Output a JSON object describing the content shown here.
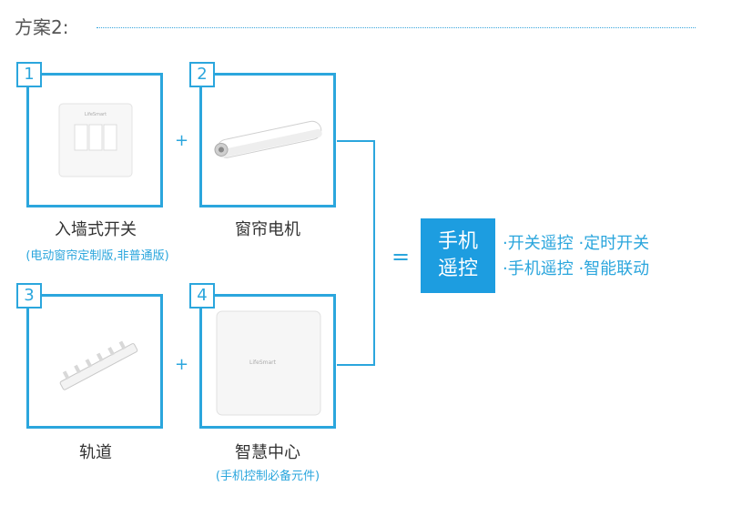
{
  "header": {
    "title": "方案2:"
  },
  "items": [
    {
      "number": "1",
      "label": "入墙式开关",
      "sublabel": "(电动窗帘定制版,非普通版)",
      "icon": "wall-switch"
    },
    {
      "number": "2",
      "label": "窗帘电机",
      "sublabel": "",
      "icon": "curtain-motor"
    },
    {
      "number": "3",
      "label": "轨道",
      "sublabel": "",
      "icon": "curtain-track"
    },
    {
      "number": "4",
      "label": "智慧中心",
      "sublabel": "(手机控制必备元件)",
      "icon": "smart-hub"
    }
  ],
  "operators": {
    "plus": "+",
    "equals": "="
  },
  "result": {
    "box_line1": "手机",
    "box_line2": "遥控",
    "features_row1": "·开关遥控 ·定时开关",
    "features_row2": "·手机遥控 ·智能联动"
  },
  "brand_mark": "LifeSmart",
  "colors": {
    "accent": "#2ba6dd",
    "result_box": "#1d9de0"
  }
}
